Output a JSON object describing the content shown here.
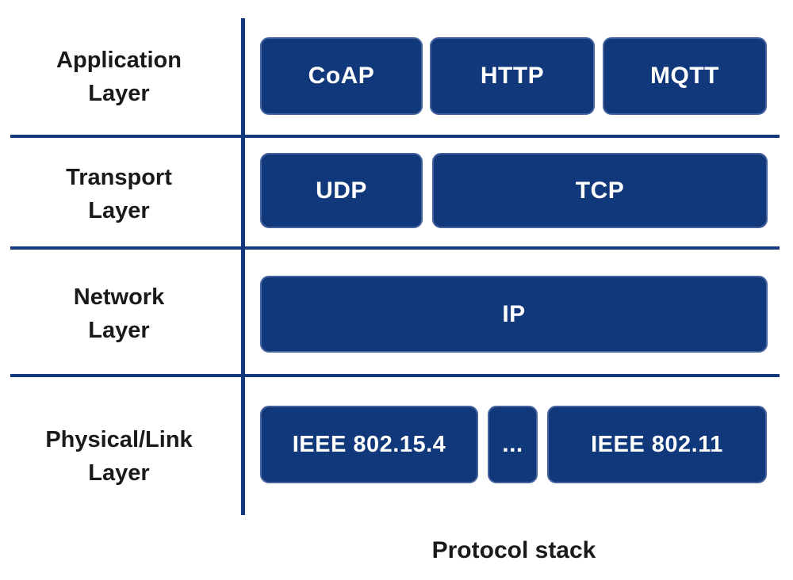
{
  "title": "Protocol stack",
  "colors": {
    "box_fill": "#11387a",
    "box_edge": "#44639e",
    "divider_line": "#14387d",
    "box_text": "#ffffff",
    "label_text": "#1a1a1a",
    "background": "#ffffff"
  },
  "layers": [
    {
      "name_lines": [
        "Application",
        "Layer"
      ],
      "protocols": [
        "CoAP",
        "HTTP",
        "MQTT"
      ]
    },
    {
      "name_lines": [
        "Transport",
        "Layer"
      ],
      "protocols": [
        "UDP",
        "TCP"
      ]
    },
    {
      "name_lines": [
        "Network",
        "Layer"
      ],
      "protocols": [
        "IP"
      ]
    },
    {
      "name_lines": [
        "Physical/Link",
        "Layer"
      ],
      "protocols": [
        "IEEE 802.15.4",
        "...",
        "IEEE 802.11"
      ]
    }
  ]
}
